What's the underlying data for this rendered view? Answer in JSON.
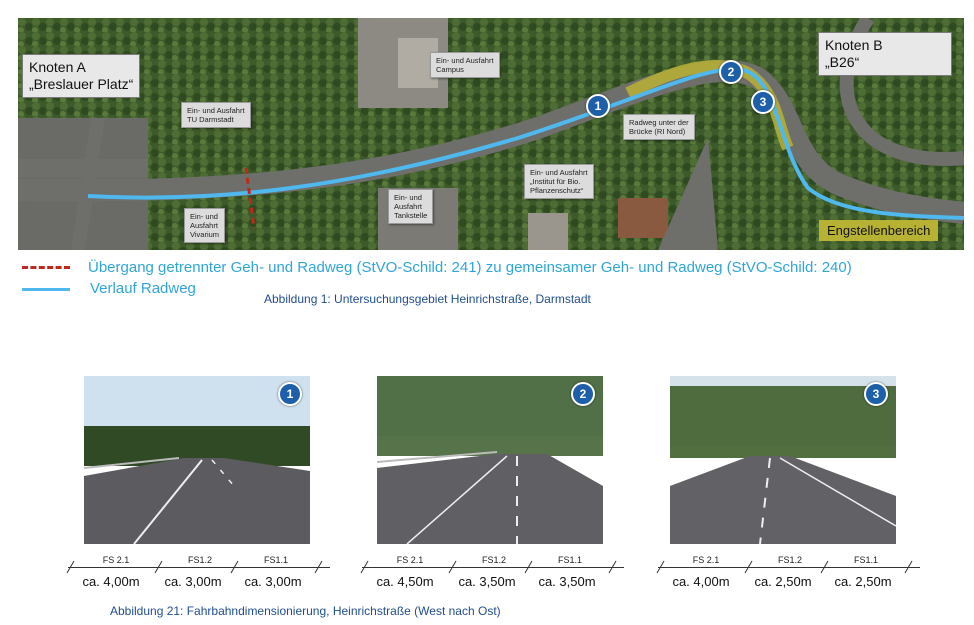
{
  "map": {
    "knoten_a": "Knoten A\n„Breslauer Platz“",
    "knoten_b": "Knoten B\n„B26“",
    "labels": [
      "Ein- und Ausfahrt\nCampus",
      "Ein- und Ausfahrt\nTU Darmstadt",
      "Radweg unter der\nBrücke (RI Nord)",
      "Ein- und Ausfahrt\n„Institut für Bio.\nPflanzenschutz“",
      "Ein- und\nAusfahrt\nTankstelle",
      "Ein- und\nAusfahrt\nVivarium"
    ],
    "engstelle": "Engstellenbereich",
    "markers": [
      "1",
      "2",
      "3"
    ]
  },
  "legend": {
    "dashed_red": "Übergang getrennter Geh- und Radweg (StVO-Schild: 241) zu gemeinsamer Geh- und Radweg (StVO-Schild: 240)",
    "blue_line": "Verlauf Radweg"
  },
  "captions": {
    "fig1": "Abbildung 1: Untersuchungsgebiet Heinrichstraße, Darmstadt",
    "fig21": "Abbildung 21: Fahrbahndimensionierung, Heinrichstraße (West nach Ost)"
  },
  "photos": [
    {
      "marker": "1",
      "fs": [
        "FS 2.1",
        "FS1.2",
        "FS1.1"
      ],
      "widths": [
        "ca. 4,00m",
        "ca. 3,00m",
        "ca. 3,00m"
      ]
    },
    {
      "marker": "2",
      "fs": [
        "FS 2.1",
        "FS1.2",
        "FS1.1"
      ],
      "widths": [
        "ca. 4,50m",
        "ca. 3,50m",
        "ca. 3,50m"
      ]
    },
    {
      "marker": "3",
      "fs": [
        "FS 2.1",
        "FS1.2",
        "FS1.1"
      ],
      "widths": [
        "ca. 4,00m",
        "ca. 2,50m",
        "ca. 2,50m"
      ]
    }
  ],
  "colors": {
    "route_blue": "#4fb8ee",
    "dash_red": "#c0281c",
    "engstelle": "#b8b234",
    "marker_blue": "#1d5fa8",
    "caption_blue": "#1f4e8c",
    "legend_text_blue": "#2fa6d8"
  }
}
